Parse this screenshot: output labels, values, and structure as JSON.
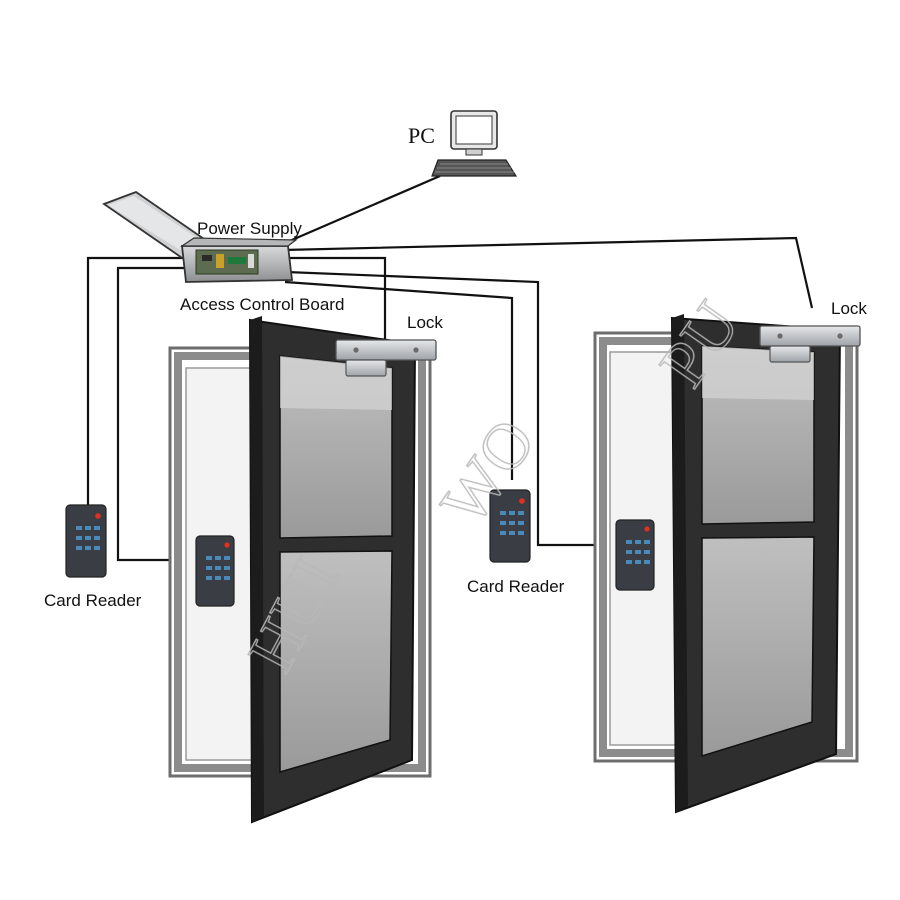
{
  "labels": {
    "pc": "PC",
    "power_supply": "Power Supply",
    "access_control_board": "Access Control Board",
    "lock_left": "Lock",
    "lock_right": "Lock",
    "card_reader_left": "Card Reader",
    "card_reader_middle": "Card Reader"
  },
  "watermark": {
    "hui": "HUI",
    "wo": "WO",
    "pu": "PU"
  },
  "colors": {
    "wire": "#111111",
    "door_frame": "#2e2e2e",
    "glass": "#a8a8a8",
    "wall_frame": "#8a8a8a",
    "reader_body": "#3a3e44",
    "reader_led": "#e0301e",
    "reader_keys": "#4a8ab8"
  }
}
